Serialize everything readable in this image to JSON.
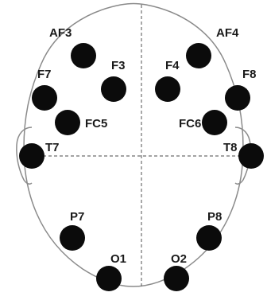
{
  "colors": {
    "outline": "#8a8a8a",
    "midline": "#6e6e6e",
    "electrode": "#0b0b0b",
    "label": "#1a1a1a"
  },
  "electrodes": [
    {
      "id": "af3",
      "label": "AF3"
    },
    {
      "id": "af4",
      "label": "AF4"
    },
    {
      "id": "f3",
      "label": "F3"
    },
    {
      "id": "f4",
      "label": "F4"
    },
    {
      "id": "f7",
      "label": "F7"
    },
    {
      "id": "f8",
      "label": "F8"
    },
    {
      "id": "fc5",
      "label": "FC5"
    },
    {
      "id": "fc6",
      "label": "FC6"
    },
    {
      "id": "t7",
      "label": "T7"
    },
    {
      "id": "t8",
      "label": "T8"
    },
    {
      "id": "p7",
      "label": "P7"
    },
    {
      "id": "p8",
      "label": "P8"
    },
    {
      "id": "o1",
      "label": "O1"
    },
    {
      "id": "o2",
      "label": "O2"
    }
  ]
}
